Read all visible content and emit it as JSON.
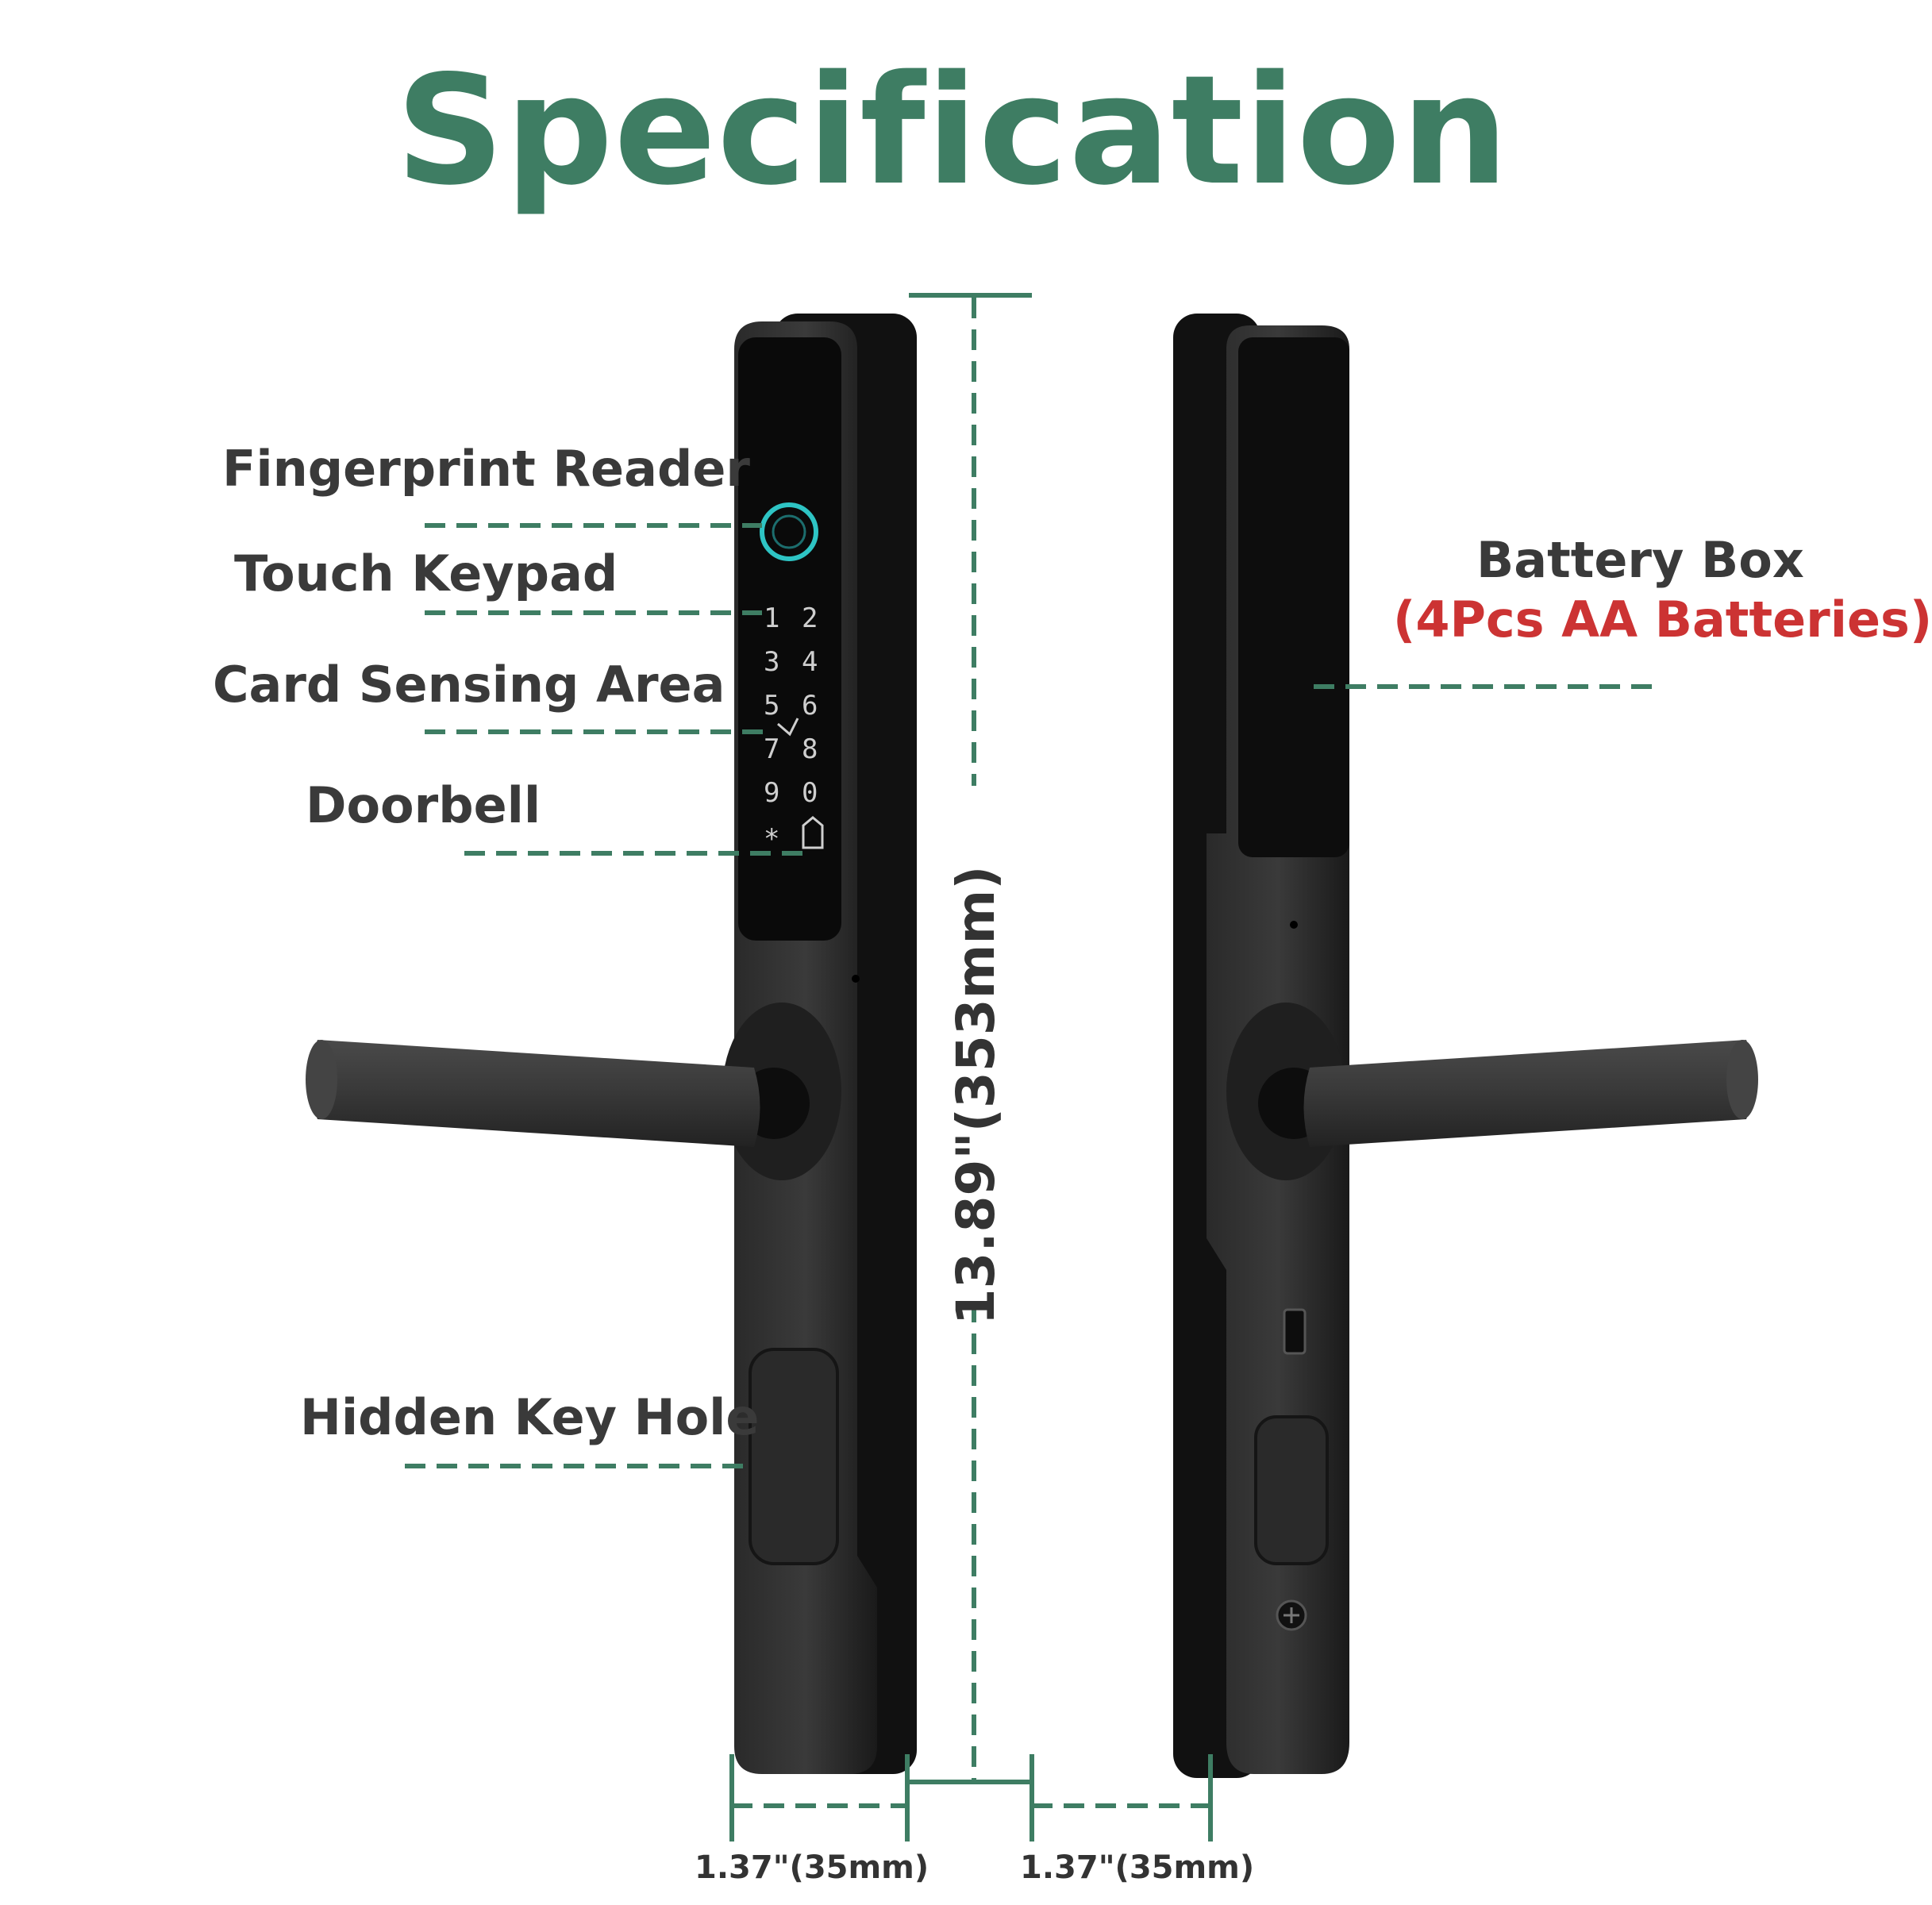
{
  "title": "Specification",
  "labels": {
    "fingerprint_reader": "Fingerprint Reader",
    "touch_keypad": "Touch Keypad",
    "card_sensing_area": "Card Sensing Area",
    "doorbell": "Doorbell",
    "hidden_key_hole": "Hidden Key Hole",
    "battery_box": "Battery Box",
    "battery_note": "(4Pcs AA Batteries)"
  },
  "dimensions": {
    "height": "13.89\"(353mm)",
    "width_front": "1.37\"(35mm)",
    "width_back": "1.37\"(35mm)"
  },
  "keypad": [
    "1",
    "2",
    "3",
    "4",
    "5",
    "6",
    "7",
    "8",
    "9",
    "0",
    "*"
  ],
  "colors": {
    "accent": "#3e7d63",
    "note": "#cc3333",
    "lock_body": "#1c1c1c",
    "fingerprint_ring": "#2ec4c4"
  }
}
